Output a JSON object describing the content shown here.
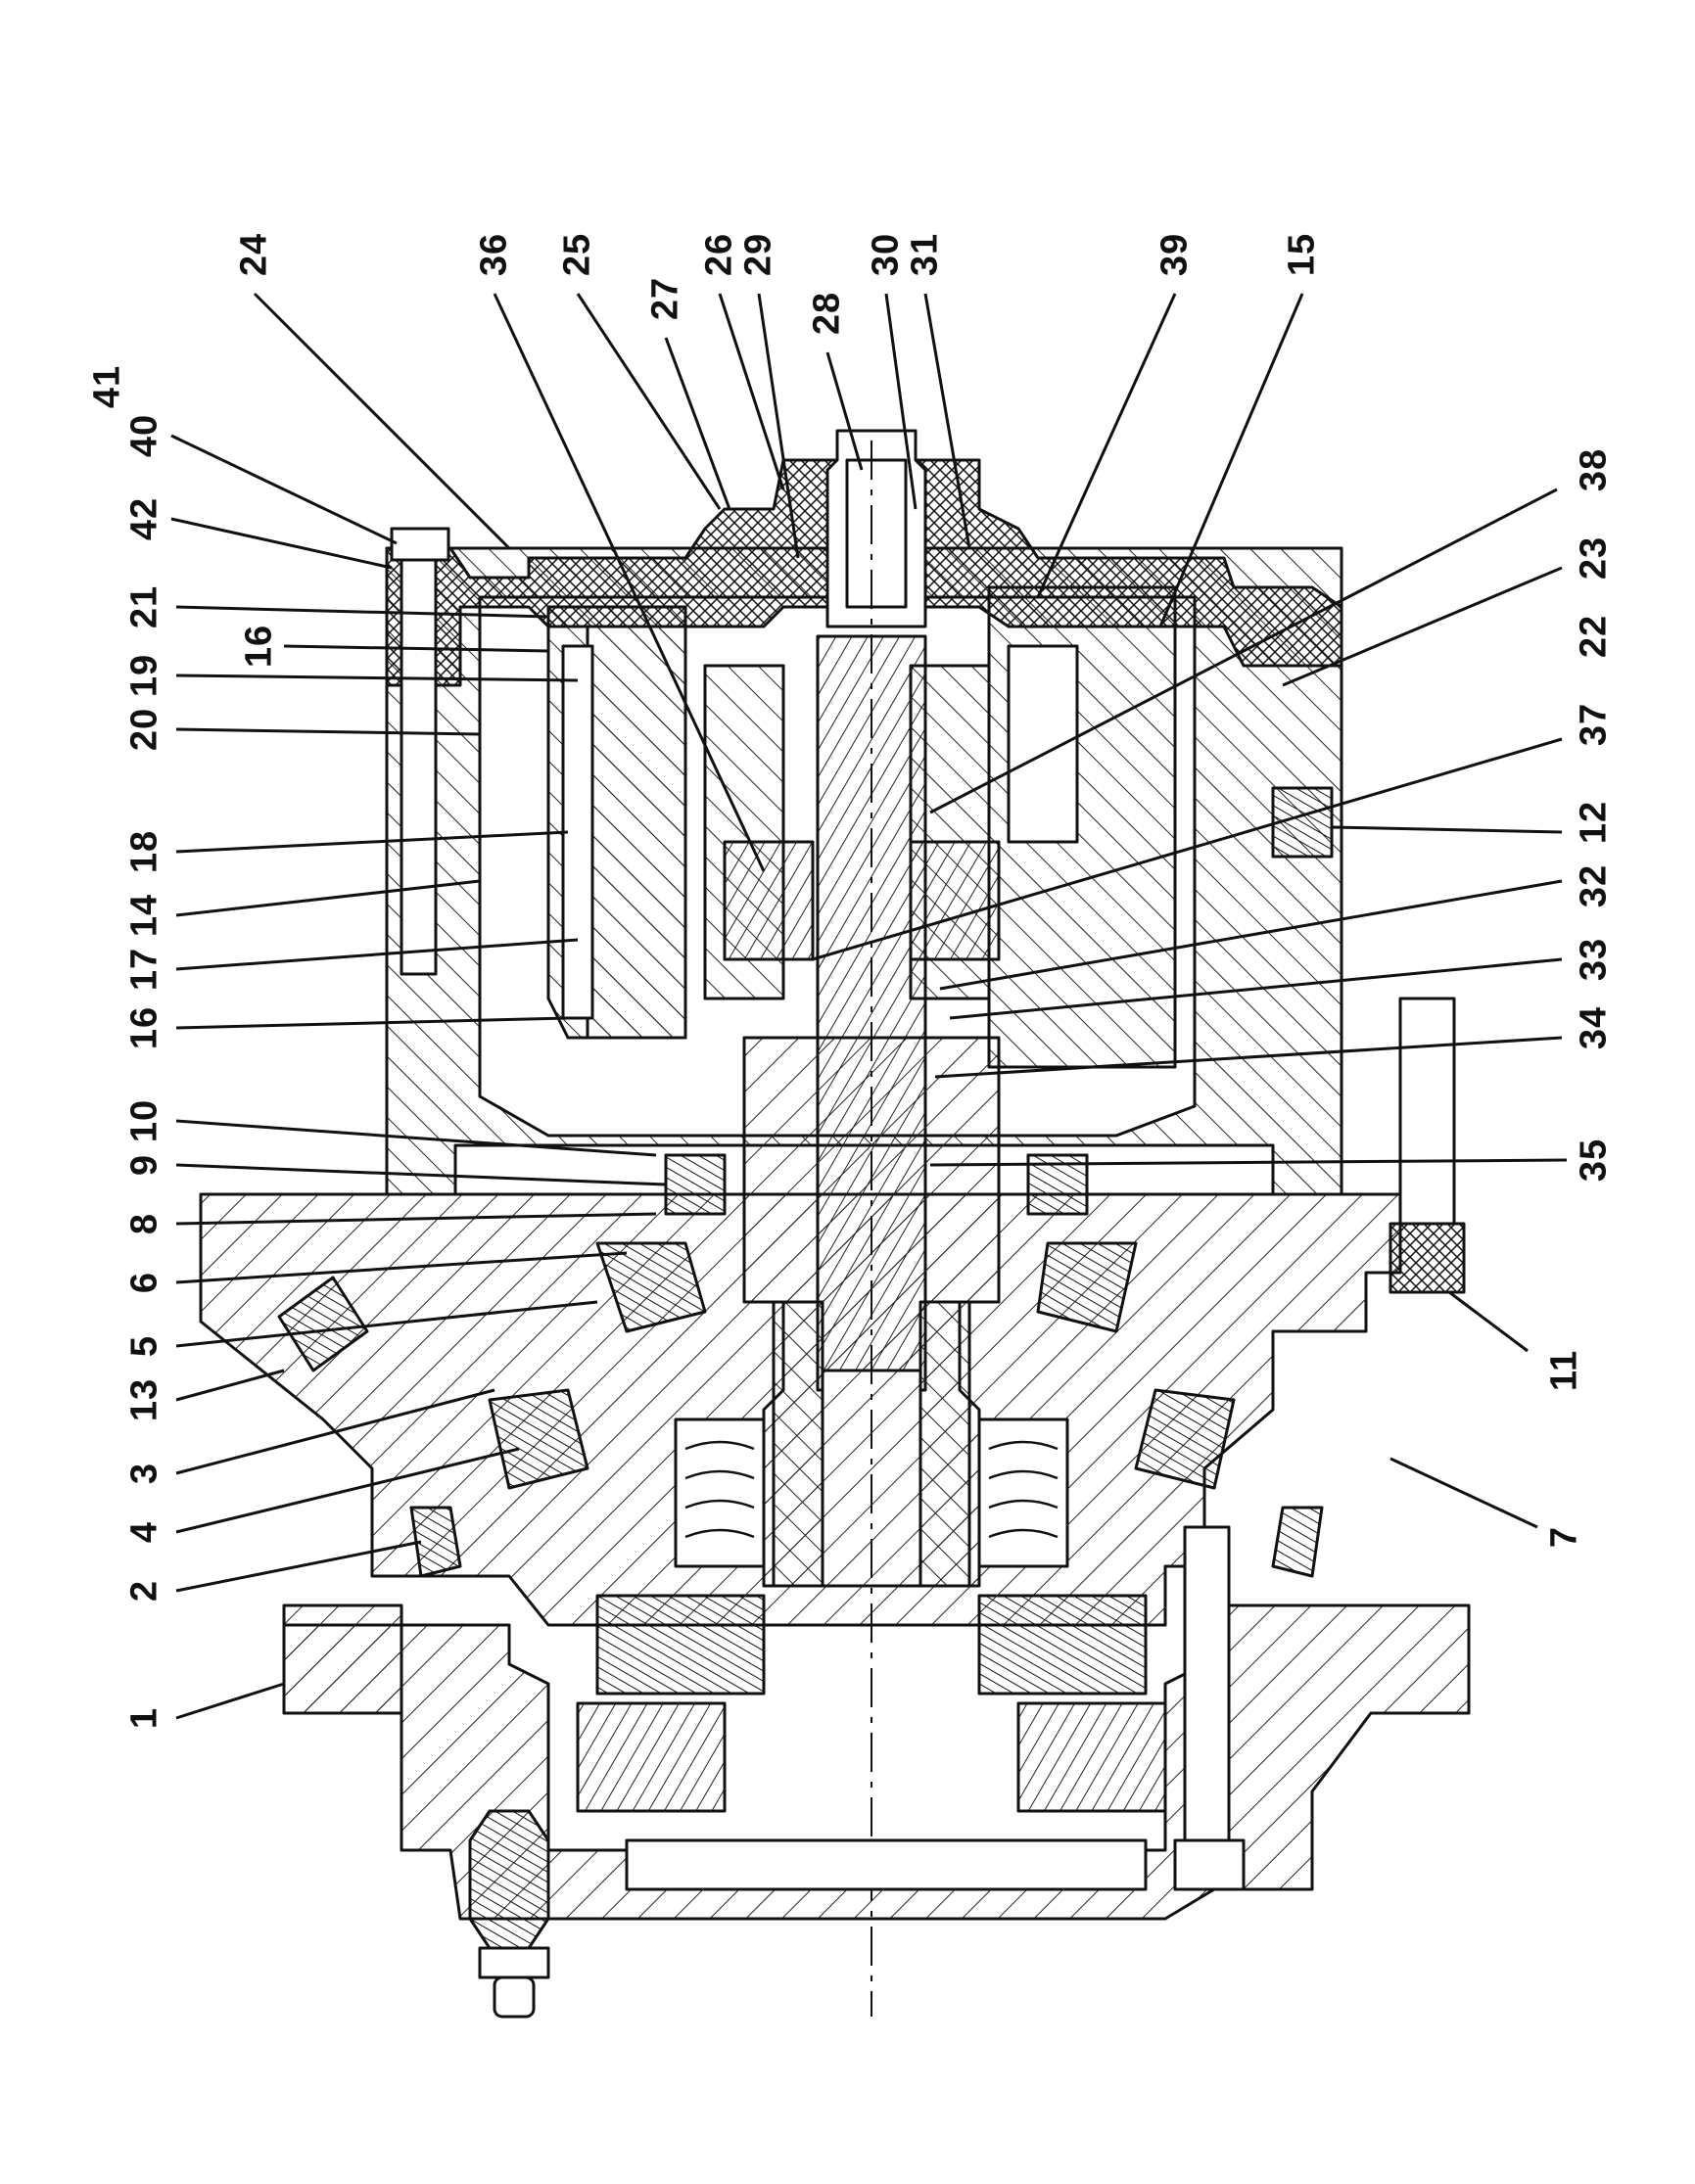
{
  "diagram": {
    "colors": {
      "line": "#111111",
      "hatch": "#222222",
      "paper": "#ffffff"
    },
    "callouts": [
      {
        "id": "c41",
        "text": "41"
      },
      {
        "id": "c40",
        "text": "40"
      },
      {
        "id": "c42",
        "text": "42"
      },
      {
        "id": "c24",
        "text": "24"
      },
      {
        "id": "c36",
        "text": "36"
      },
      {
        "id": "c25",
        "text": "25"
      },
      {
        "id": "c27",
        "text": "27"
      },
      {
        "id": "c26",
        "text": "26"
      },
      {
        "id": "c29",
        "text": "29"
      },
      {
        "id": "c28",
        "text": "28"
      },
      {
        "id": "c30",
        "text": "30"
      },
      {
        "id": "c31",
        "text": "31"
      },
      {
        "id": "c39",
        "text": "39"
      },
      {
        "id": "c15",
        "text": "15"
      },
      {
        "id": "c38",
        "text": "38"
      },
      {
        "id": "c23",
        "text": "23"
      },
      {
        "id": "c22",
        "text": "22"
      },
      {
        "id": "c37",
        "text": "37"
      },
      {
        "id": "c12",
        "text": "12"
      },
      {
        "id": "c32",
        "text": "32"
      },
      {
        "id": "c33",
        "text": "33"
      },
      {
        "id": "c34",
        "text": "34"
      },
      {
        "id": "c35",
        "text": "35"
      },
      {
        "id": "c11",
        "text": "11"
      },
      {
        "id": "c7",
        "text": "7"
      },
      {
        "id": "c21",
        "text": "21"
      },
      {
        "id": "c16a",
        "text": "16"
      },
      {
        "id": "c19",
        "text": "19"
      },
      {
        "id": "c20",
        "text": "20"
      },
      {
        "id": "c18",
        "text": "18"
      },
      {
        "id": "c14",
        "text": "14"
      },
      {
        "id": "c17",
        "text": "17"
      },
      {
        "id": "c16b",
        "text": "16"
      },
      {
        "id": "c10",
        "text": "10"
      },
      {
        "id": "c9",
        "text": "9"
      },
      {
        "id": "c8",
        "text": "8"
      },
      {
        "id": "c6",
        "text": "6"
      },
      {
        "id": "c5",
        "text": "5"
      },
      {
        "id": "c13",
        "text": "13"
      },
      {
        "id": "c3",
        "text": "3"
      },
      {
        "id": "c4",
        "text": "4"
      },
      {
        "id": "c2",
        "text": "2"
      },
      {
        "id": "c1",
        "text": "1"
      }
    ]
  }
}
